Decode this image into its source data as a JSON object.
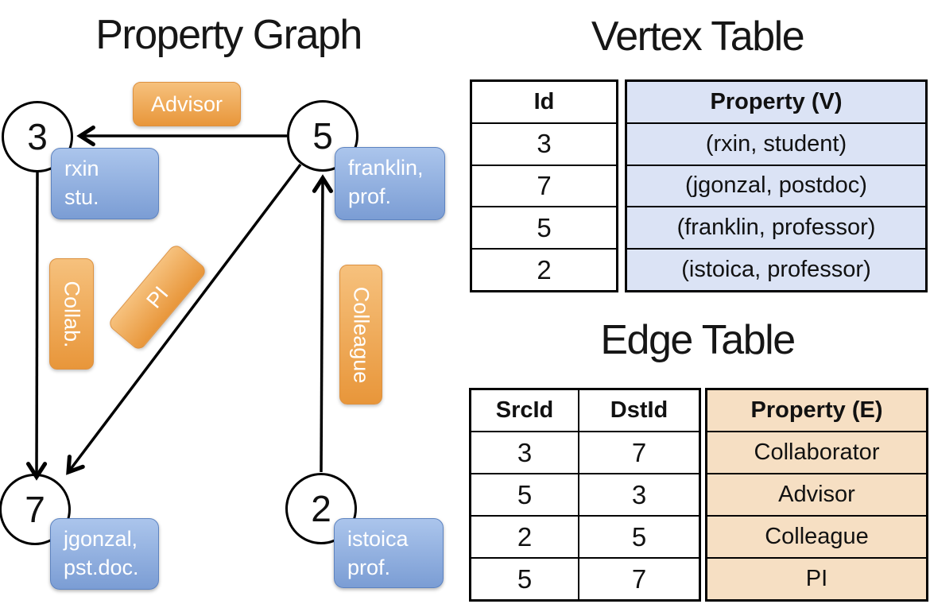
{
  "graph": {
    "title": "Property Graph",
    "nodes": [
      {
        "id": "3",
        "prop": [
          "rxin",
          "stu."
        ]
      },
      {
        "id": "5",
        "prop": [
          "franklin,",
          "prof."
        ]
      },
      {
        "id": "7",
        "prop": [
          "jgonzal,",
          "pst.doc."
        ]
      },
      {
        "id": "2",
        "prop": [
          "istoica",
          "prof."
        ]
      }
    ],
    "edge_labels": [
      {
        "label": "Advisor"
      },
      {
        "label": "Collab."
      },
      {
        "label": "PI"
      },
      {
        "label": "Colleague"
      }
    ]
  },
  "vertex_table": {
    "title": "Vertex Table",
    "columns": [
      "Id",
      "Property (V)"
    ],
    "rows": [
      [
        "3",
        "(rxin, student)"
      ],
      [
        "7",
        "(jgonzal, postdoc)"
      ],
      [
        "5",
        "(franklin, professor)"
      ],
      [
        "2",
        "(istoica, professor)"
      ]
    ]
  },
  "edge_table": {
    "title": "Edge Table",
    "columns": [
      "SrcId",
      "DstId",
      "Property (E)"
    ],
    "rows": [
      [
        "3",
        "7",
        "Collaborator"
      ],
      [
        "5",
        "3",
        "Advisor"
      ],
      [
        "2",
        "5",
        "Colleague"
      ],
      [
        "5",
        "7",
        "PI"
      ]
    ]
  },
  "colors": {
    "edge_label_orange": "#ee9f4a",
    "vertex_box_blue": "#8fadde",
    "vertex_table_fill": "#dbe3f5",
    "edge_table_fill": "#f6dfc3",
    "line_black": "#000000"
  }
}
